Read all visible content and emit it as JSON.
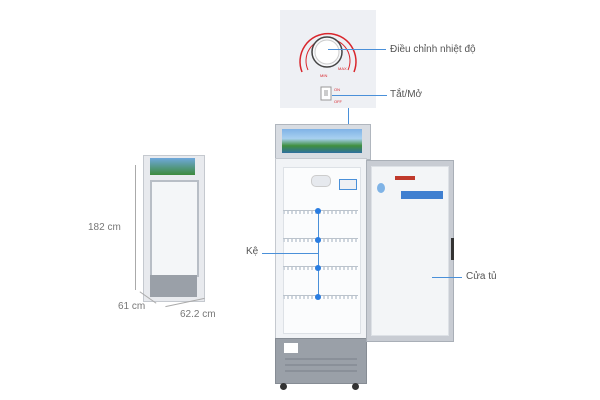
{
  "callouts": {
    "thermostat": "Điều chỉnh nhiệt độ",
    "power_switch": "Tắt/Mở",
    "shelf": "Kệ",
    "door": "Cửa tủ"
  },
  "dial": {
    "min_label": "MIN",
    "max_label": "MAX",
    "on_label": "ON",
    "off_label": "OFF"
  },
  "dimensions": {
    "height": "182 cm",
    "depth": "61 cm",
    "width": "62.2 cm"
  },
  "colors": {
    "callout_line": "#4a90d9",
    "dial_red": "#d9262c",
    "cabinet_gray": "#9aa0a8"
  }
}
